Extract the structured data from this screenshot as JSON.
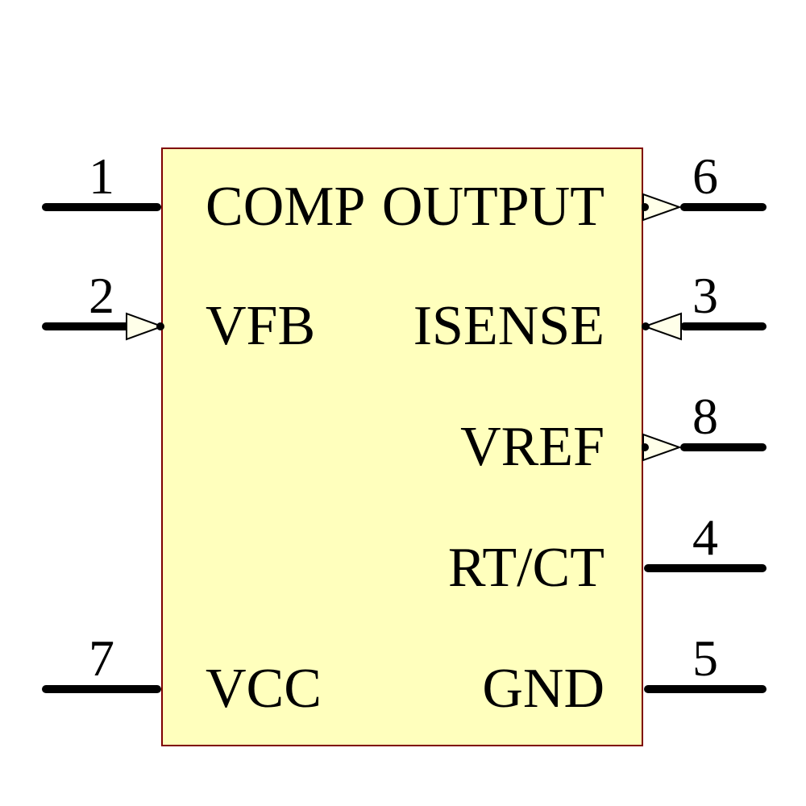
{
  "diagram": {
    "type": "IC schematic symbol",
    "pin_count": 8
  },
  "colors": {
    "body_fill": "#FFFFBD",
    "body_border": "#7F0000",
    "pin_line": "#000000",
    "arrow_fill": "#FFFFE9",
    "text": "#000000",
    "background": "#FFFFFF"
  },
  "pins": [
    {
      "number": "1",
      "label": "COMP",
      "side": "left",
      "direction": "plain"
    },
    {
      "number": "2",
      "label": "VFB",
      "side": "left",
      "direction": "input"
    },
    {
      "number": "7",
      "label": "VCC",
      "side": "left",
      "direction": "plain"
    },
    {
      "number": "6",
      "label": "OUTPUT",
      "side": "right",
      "direction": "output"
    },
    {
      "number": "3",
      "label": "ISENSE",
      "side": "right",
      "direction": "input"
    },
    {
      "number": "8",
      "label": "VREF",
      "side": "right",
      "direction": "output"
    },
    {
      "number": "4",
      "label": "RT/CT",
      "side": "right",
      "direction": "plain"
    },
    {
      "number": "5",
      "label": "GND",
      "side": "right",
      "direction": "plain"
    }
  ]
}
